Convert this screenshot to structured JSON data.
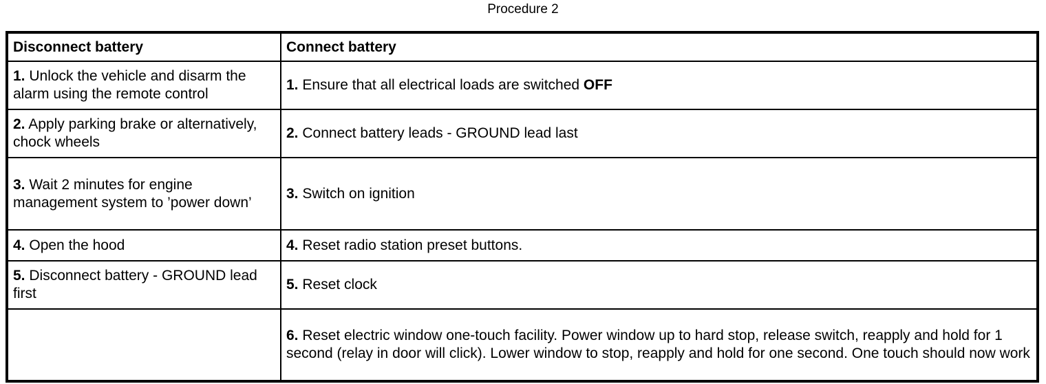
{
  "title": "Procedure 2",
  "table": {
    "headers": {
      "left": "Disconnect battery",
      "right": "Connect battery"
    },
    "rows": [
      {
        "left_num": "1.",
        "left_text": "Unlock the vehicle and disarm the alarm using the remote control",
        "right_num": "1.",
        "right_text": "Ensure that all electrical loads are switched",
        "right_suffix": "OFF"
      },
      {
        "left_num": "2.",
        "left_text": "Apply parking brake or alternatively, chock wheels",
        "right_num": "2.",
        "right_text": "Connect battery leads - GROUND lead last",
        "right_suffix": ""
      },
      {
        "left_num": "3.",
        "left_text": "Wait 2 minutes for engine management system to ’power down’",
        "right_num": "3.",
        "right_text": "Switch on ignition",
        "right_suffix": ""
      },
      {
        "left_num": "4.",
        "left_text": "Open the hood",
        "right_num": "4.",
        "right_text": "Reset radio station preset buttons.",
        "right_suffix": ""
      },
      {
        "left_num": "5.",
        "left_text": "Disconnect battery - GROUND lead first",
        "right_num": "5.",
        "right_text": "Reset clock",
        "right_suffix": ""
      },
      {
        "left_num": "",
        "left_text": "",
        "right_num": "6.",
        "right_text": "Reset electric window one-touch facility. Power window up to hard stop, release switch, reapply and hold for 1 second (relay in door will click). Lower window to stop, reapply and hold for one second. One touch should now work",
        "right_suffix": ""
      }
    ]
  }
}
